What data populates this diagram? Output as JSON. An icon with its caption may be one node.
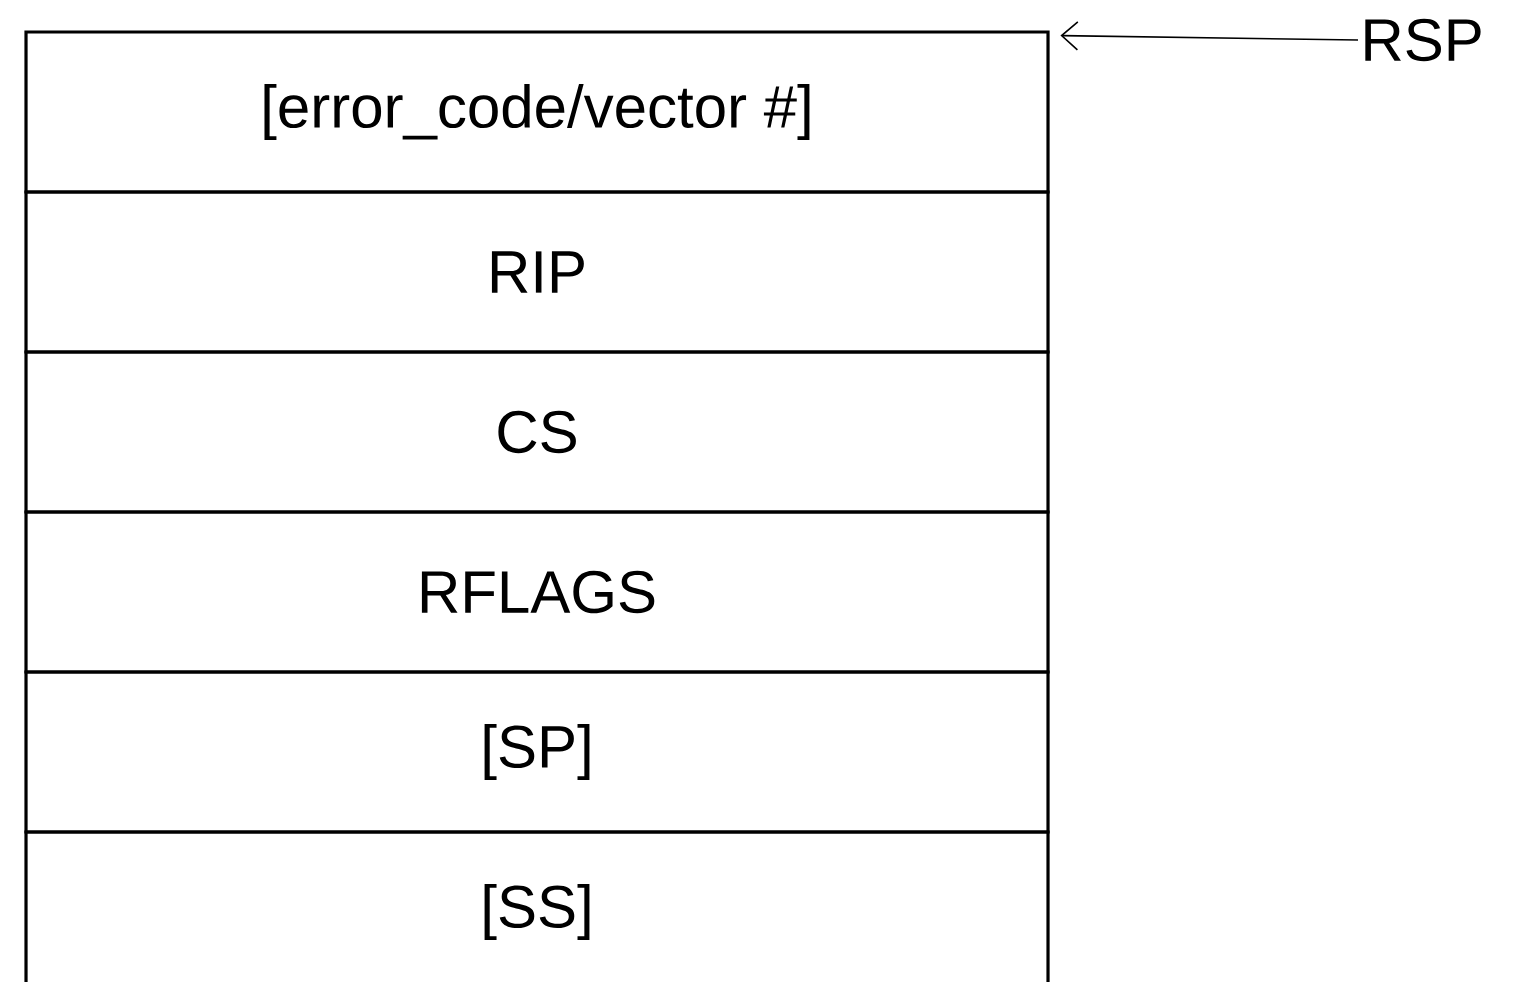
{
  "diagram": {
    "nodes": [
      {
        "text": [
          "[error_code/vector #]"
        ]
      },
      {
        "text": [
          "RIP"
        ]
      },
      {
        "text": [
          "CS"
        ]
      },
      {
        "text": [
          "RFLAGS"
        ]
      },
      {
        "text": [
          "[SP]"
        ]
      },
      {
        "text": [
          "[SS]"
        ]
      },
      {
        "text": [
          "RSP"
        ]
      }
    ],
    "edges": [
      {
        "from": 6,
        "to": 0,
        "arrow": "to"
      }
    ]
  }
}
